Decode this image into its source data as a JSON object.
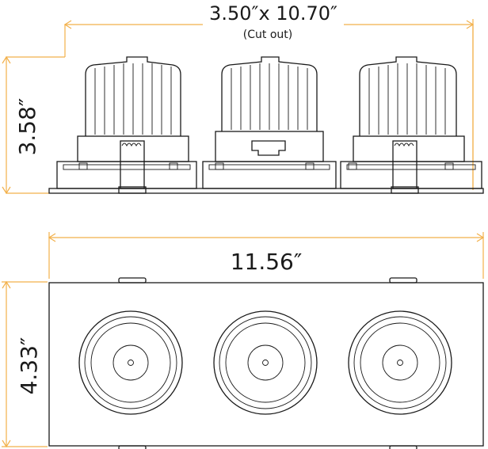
{
  "colors": {
    "dimension_line": "#f2b04a",
    "outline": "#1a1a1a",
    "background": "#ffffff"
  },
  "dimensions": {
    "cutout": "3.50″x 10.70″",
    "cutout_note": "(Cut out)",
    "height": "3.58″",
    "length": "11.56″",
    "width": "4.33″"
  },
  "views": {
    "side": {
      "fixture_count": 3
    },
    "top": {
      "fixture_count": 3
    }
  }
}
